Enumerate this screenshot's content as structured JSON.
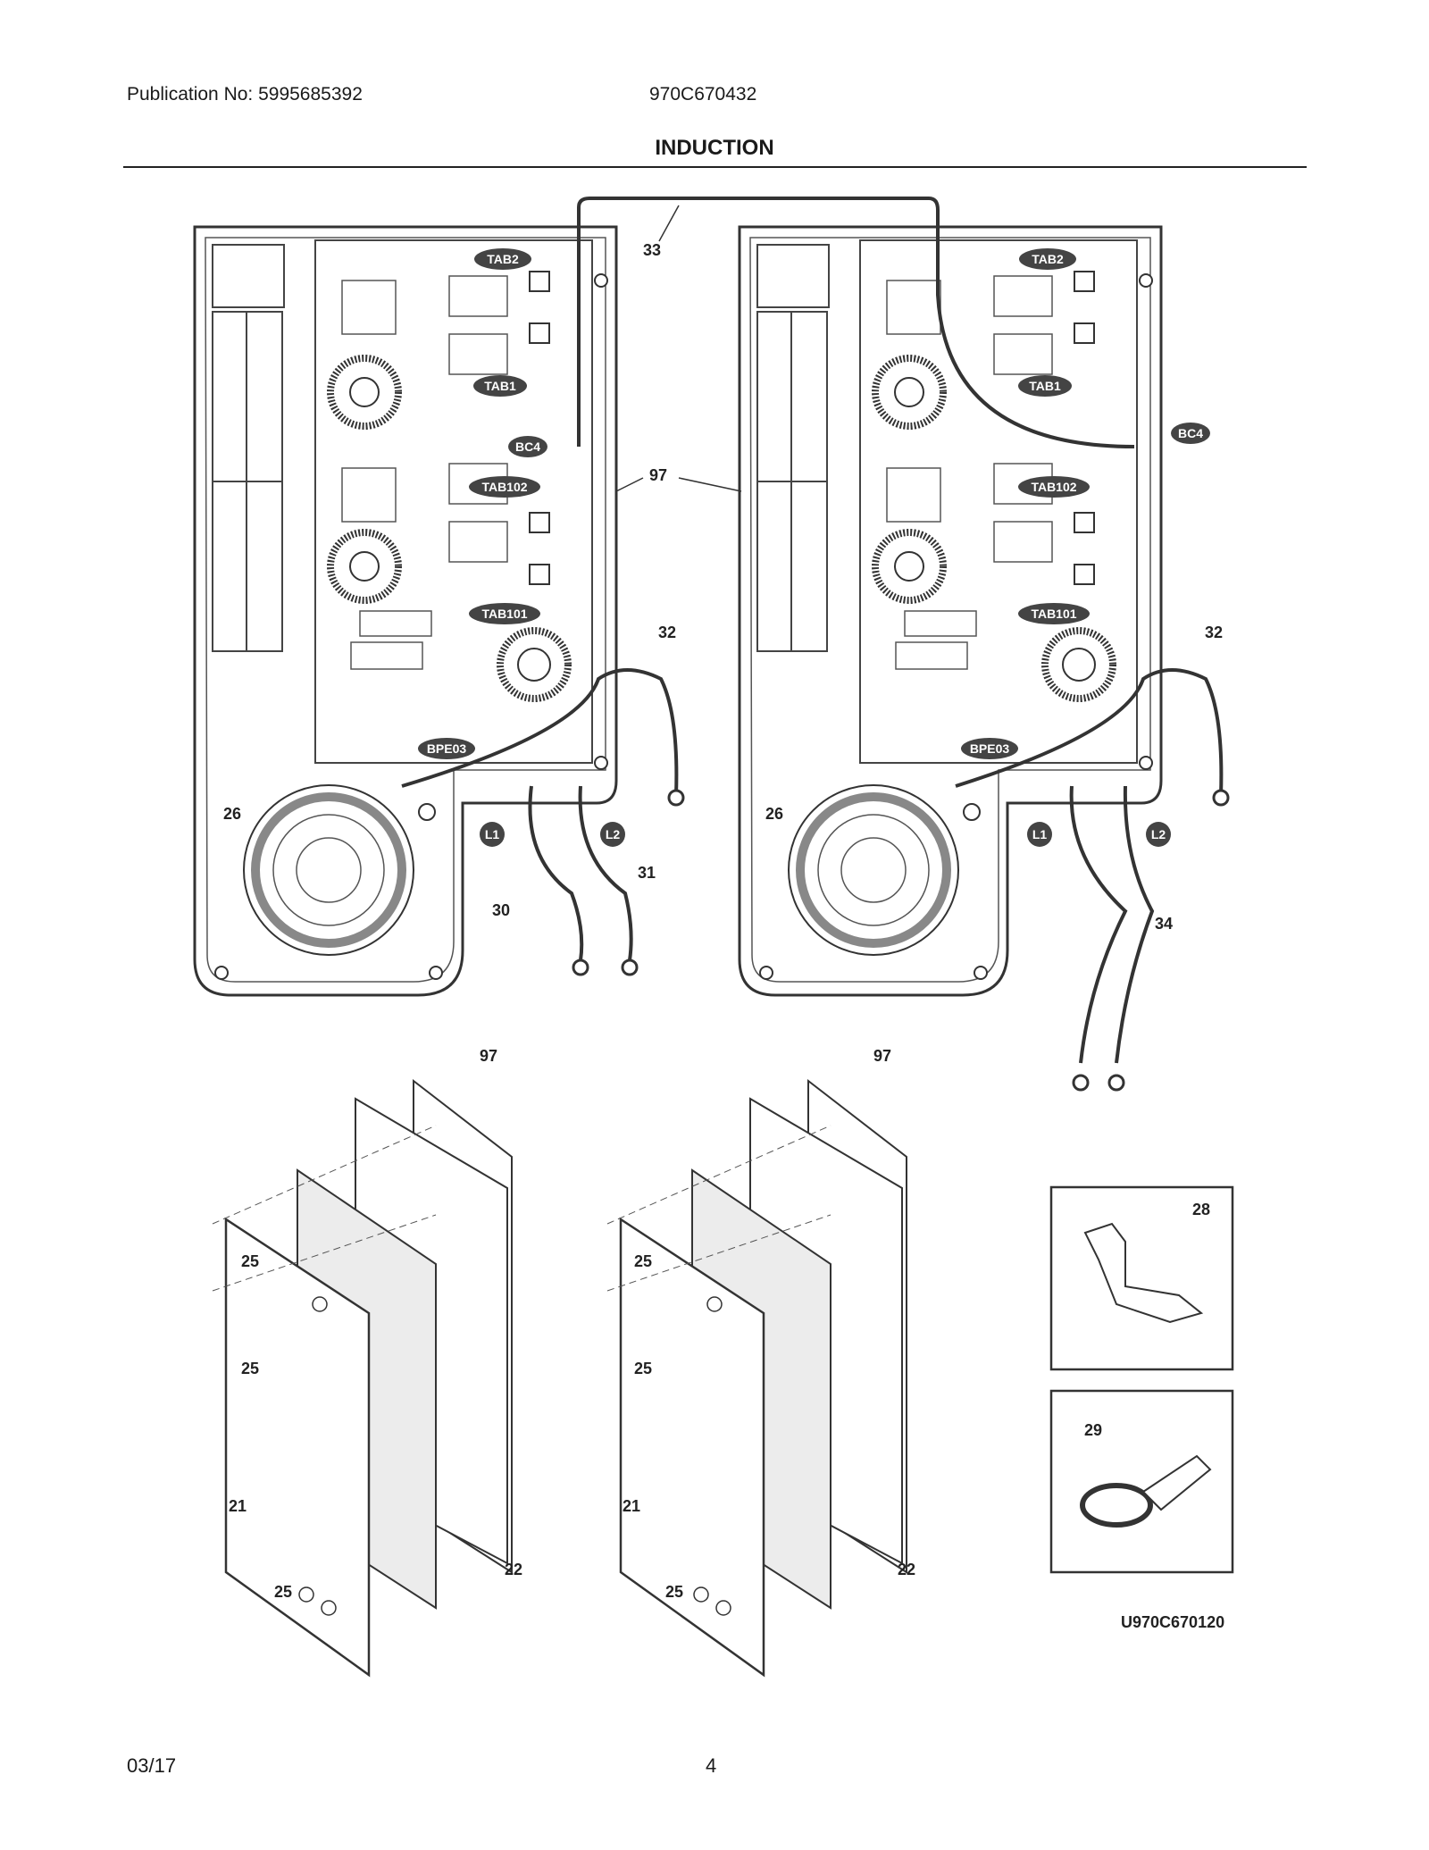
{
  "header": {
    "publication": "Publication No: 5995685392",
    "model": "970C670432",
    "title": "INDUCTION"
  },
  "footer": {
    "date": "03/17",
    "page": "4"
  },
  "diagram": {
    "figure_code": "U970C670120",
    "tags": {
      "tab2": "TAB2",
      "tab1": "TAB1",
      "bc4": "BC4",
      "tab102": "TAB102",
      "tab101": "TAB101",
      "bpe03": "BPE03",
      "l1": "L1",
      "l2": "L2"
    },
    "callouts": {
      "c33": "33",
      "c97": "97",
      "c32": "32",
      "c26": "26",
      "c31": "31",
      "c30": "30",
      "c34": "34",
      "c25": "25",
      "c21": "21",
      "c22": "22",
      "c28": "28",
      "c29": "29"
    }
  }
}
